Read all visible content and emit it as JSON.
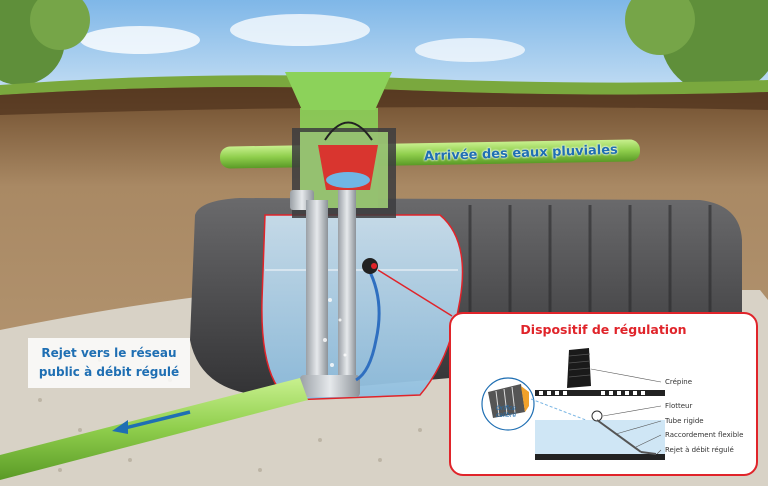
{
  "labels": {
    "inflow": "Arrivée des eaux pluviales",
    "outflow_line1": "Rejet vers le réseau",
    "outflow_line2": "public à débit régulé"
  },
  "callout": {
    "title": "Dispositif de régulation",
    "orifice_line1": "Orifice",
    "orifice_line2": "calibré",
    "parts": [
      "Crépine",
      "Flotteur",
      "Tube rigide",
      "Raccordement flexible",
      "Rejet à débit régulé"
    ]
  },
  "colors": {
    "sky": "#9cc6ec",
    "soil": "#a98964",
    "gravel": "#d8d2c6",
    "tank": "#4a4a4c",
    "pipe_green": "#8fce4c",
    "water_blue": "#a8cfea",
    "accent_red": "#e0242a",
    "label_blue": "#1f6fb3"
  }
}
